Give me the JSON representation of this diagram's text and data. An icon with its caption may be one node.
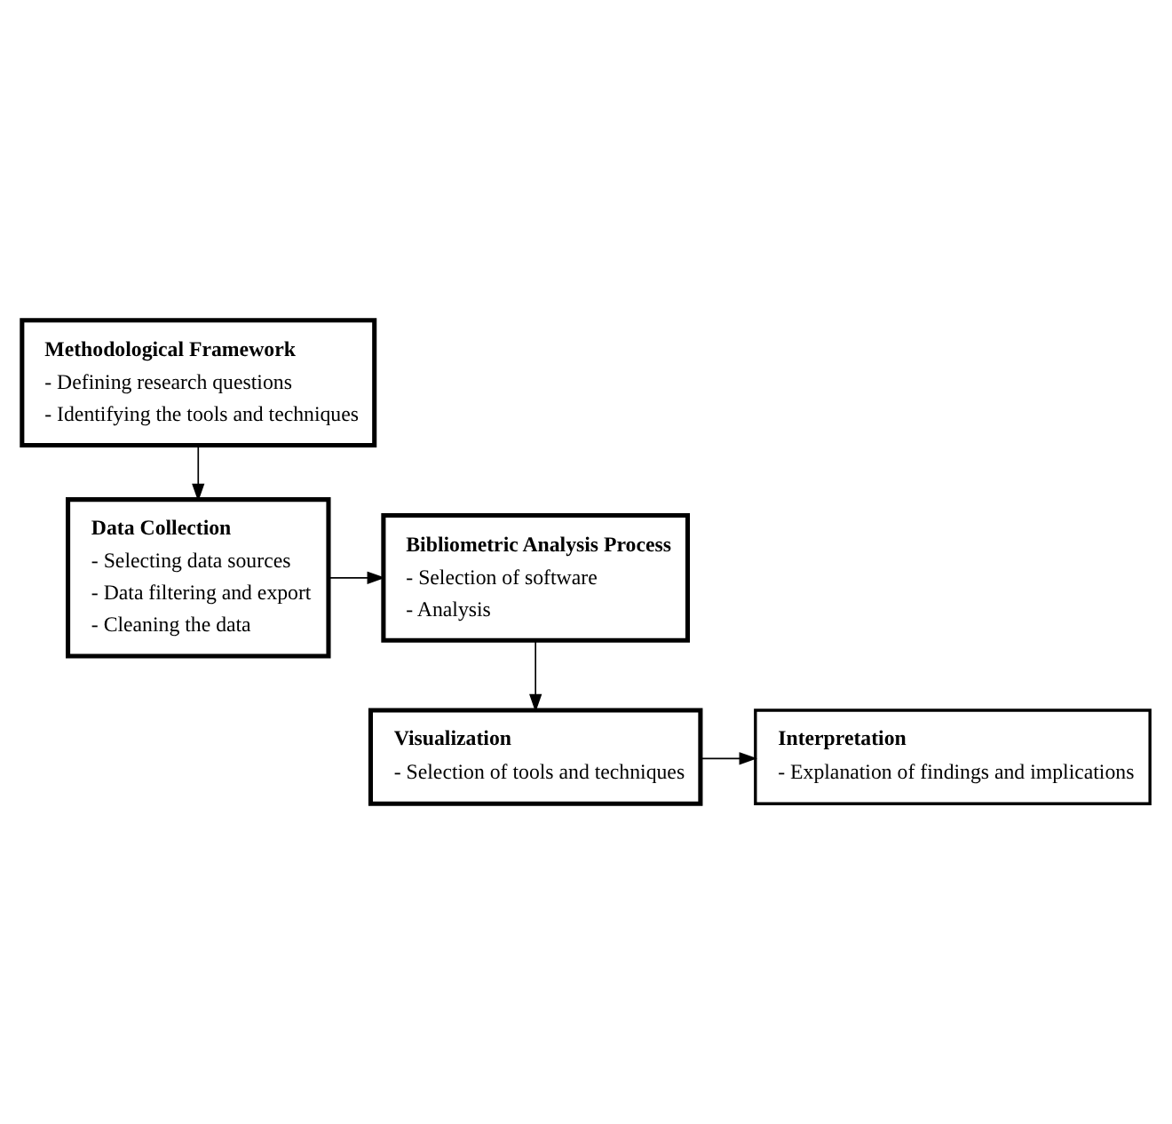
{
  "diagram": {
    "nodes": [
      {
        "text": [
          "Methodological Framework",
          "- Defining research questions",
          "- Identifying the tools and techniques"
        ]
      },
      {
        "text": [
          "Data Collection",
          "- Selecting data sources",
          "- Data filtering and export",
          "- Cleaning the data"
        ]
      },
      {
        "text": [
          "Bibliometric Analysis Process",
          "- Selection of software",
          "- Analysis"
        ]
      },
      {
        "text": [
          "Visualization",
          "- Selection of tools and techniques"
        ]
      },
      {
        "text": [
          "Interpretation",
          "- Explanation of findings and implications"
        ]
      }
    ],
    "edges": [
      {
        "from": 0,
        "to": 1,
        "arrow": "to"
      },
      {
        "from": 1,
        "to": 2,
        "arrow": "to"
      },
      {
        "from": 2,
        "to": 3,
        "arrow": "to"
      },
      {
        "from": 3,
        "to": 4,
        "arrow": "to"
      }
    ]
  }
}
